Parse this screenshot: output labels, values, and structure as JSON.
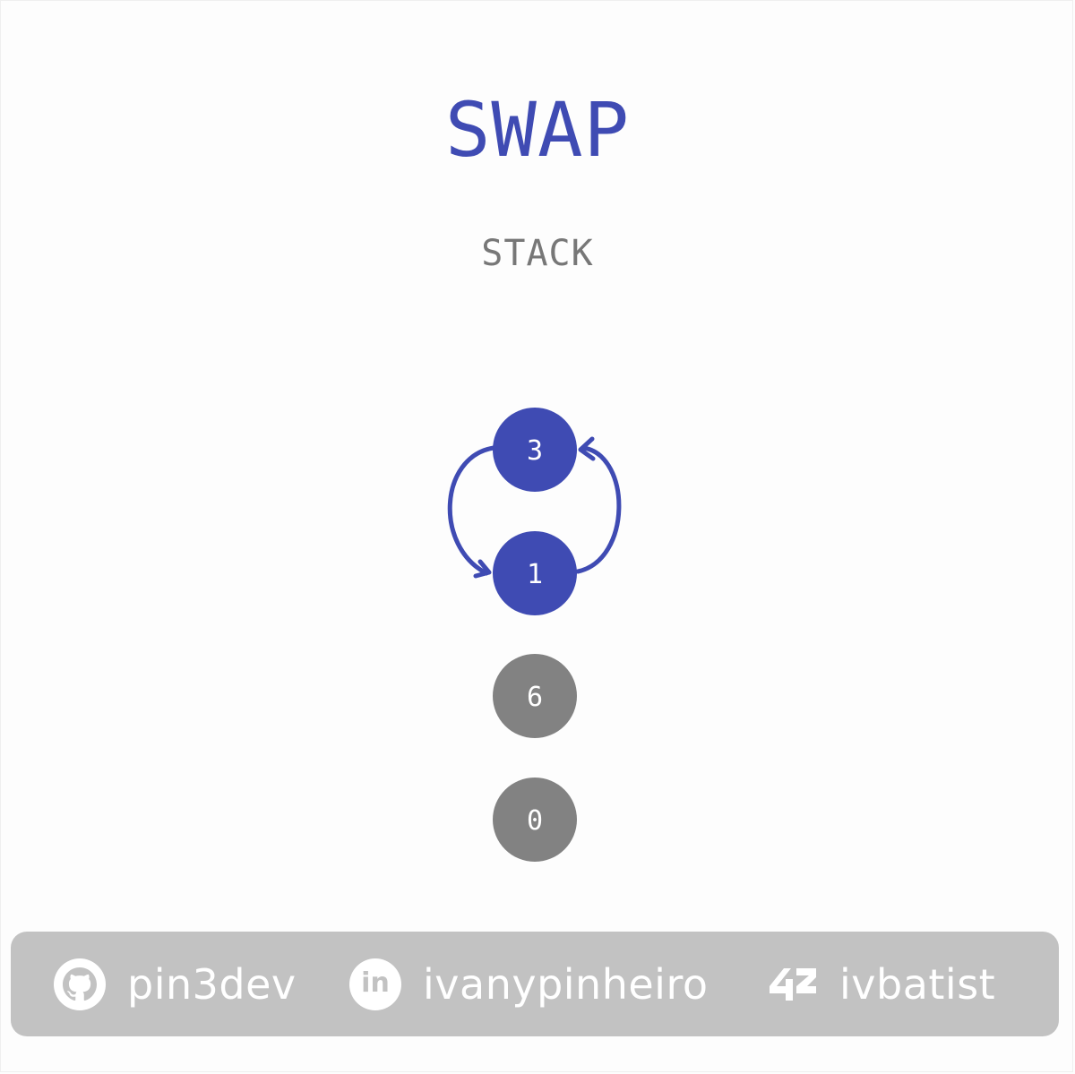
{
  "title": "SWAP",
  "subtitle": "STACK",
  "colors": {
    "accent": "#3f4bb3",
    "inactive": "#828282",
    "footer_bg": "#c2c2c2",
    "text_muted": "#777777"
  },
  "stack": {
    "items": [
      {
        "value": "3",
        "highlighted": true
      },
      {
        "value": "1",
        "highlighted": true
      },
      {
        "value": "6",
        "highlighted": false
      },
      {
        "value": "0",
        "highlighted": false
      }
    ]
  },
  "footer": {
    "github": {
      "icon": "github-icon",
      "handle": "pin3dev"
    },
    "linkedin": {
      "icon": "linkedin-icon",
      "icon_text": "in",
      "handle": "ivanypinheiro"
    },
    "fortytwo": {
      "icon": "42-logo-icon",
      "handle": "ivbatist"
    }
  }
}
